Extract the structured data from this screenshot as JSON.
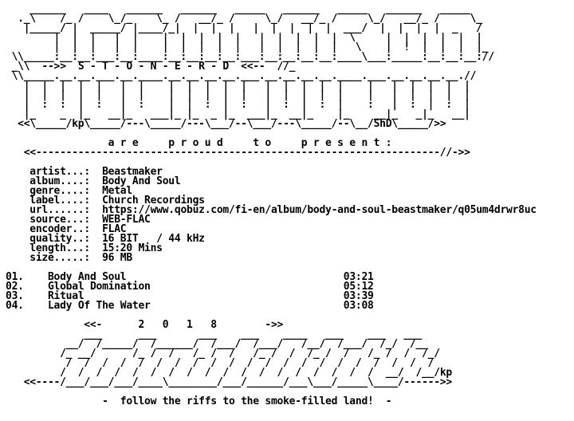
{
  "header": {
    "group": "S - T - O - N - E - R - D",
    "tag_left": "kp",
    "tag_right": "ShD",
    "tagline": "a r e     p r o u d     t o     p r e s e n t :"
  },
  "info": {
    "artist": "Beastmaker",
    "album": "Body And Soul",
    "genre": "Metal",
    "label": "Church Recordings",
    "url": "https://www.qobuz.com/fi-en/album/body-and-soul-beastmaker/q05um4drwr8uc",
    "source": "WEB-FLAC",
    "encoder": "FLAC",
    "quality": "16 BIT   / 44 kHz",
    "length": "15:20 Mins",
    "size": "96 MB"
  },
  "tracks": [
    {
      "no": "01.",
      "title": "Body And Soul",
      "time": "03:21"
    },
    {
      "no": "02.",
      "title": "Global Domination",
      "time": "05:12"
    },
    {
      "no": "03.",
      "title": "Ritual",
      "time": "03:39"
    },
    {
      "no": "04.",
      "title": "Lady Of The Water",
      "time": "03:08"
    }
  ],
  "footer": {
    "year": "2   0   1   8",
    "tag": "kp",
    "slogan": "-  follow the riffs to the smoke-filled land!  -"
  }
}
